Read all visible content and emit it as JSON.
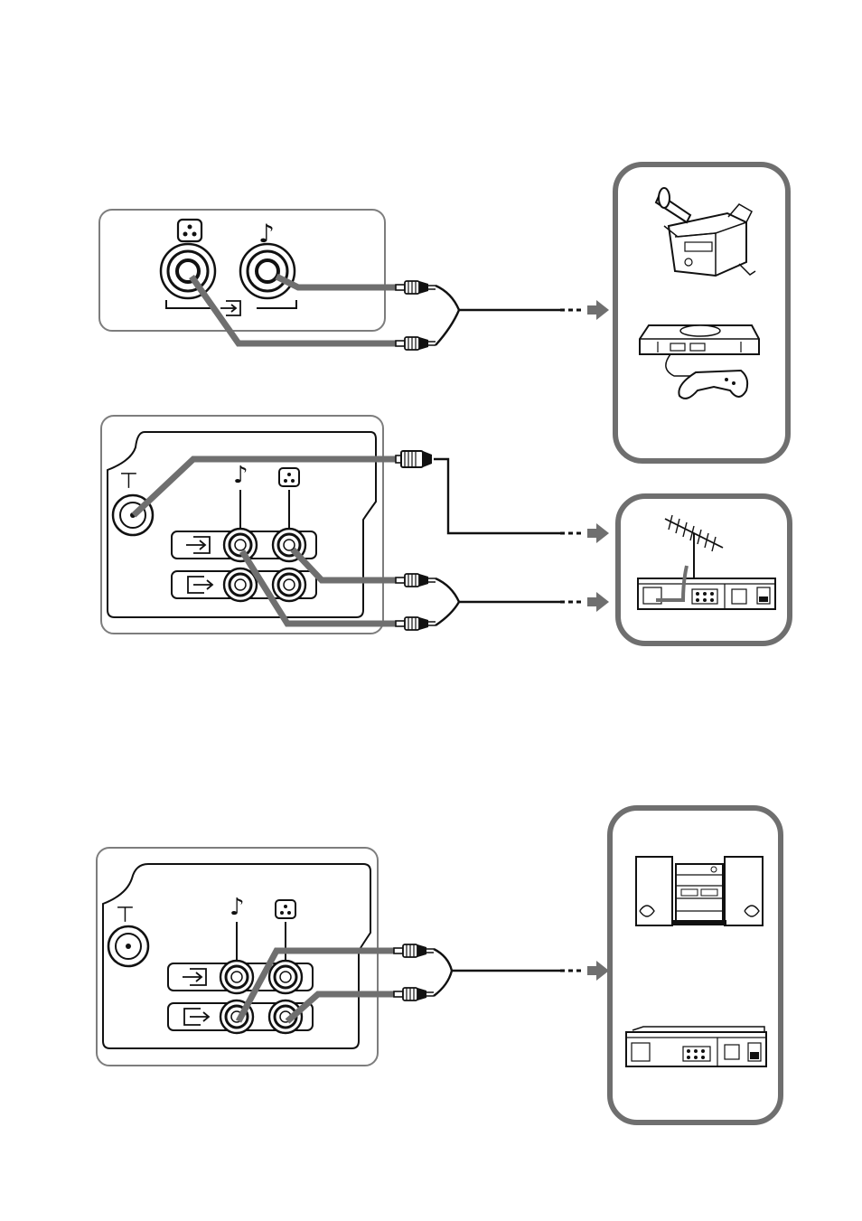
{
  "diagram": {
    "colors": {
      "cable_gray": "#6f6f6f",
      "panel_stroke": "#7d7d7d",
      "line": "#1a1a1a",
      "arrow": "#6f6f6f"
    },
    "symbols": {
      "audio_note": "♪",
      "antenna_t": "⊤",
      "video_icon": "video-jack-icon",
      "input_icon": "input-arrow-icon",
      "output_icon": "output-arrow-icon"
    },
    "sections": [
      {
        "name": "front-panel-input",
        "device_group": [
          "camcorder",
          "game-console"
        ]
      },
      {
        "name": "rear-panel-input",
        "device_group": [
          "antenna-vcr"
        ]
      },
      {
        "name": "rear-panel-output",
        "device_group": [
          "audio-system",
          "vcr"
        ]
      }
    ]
  }
}
